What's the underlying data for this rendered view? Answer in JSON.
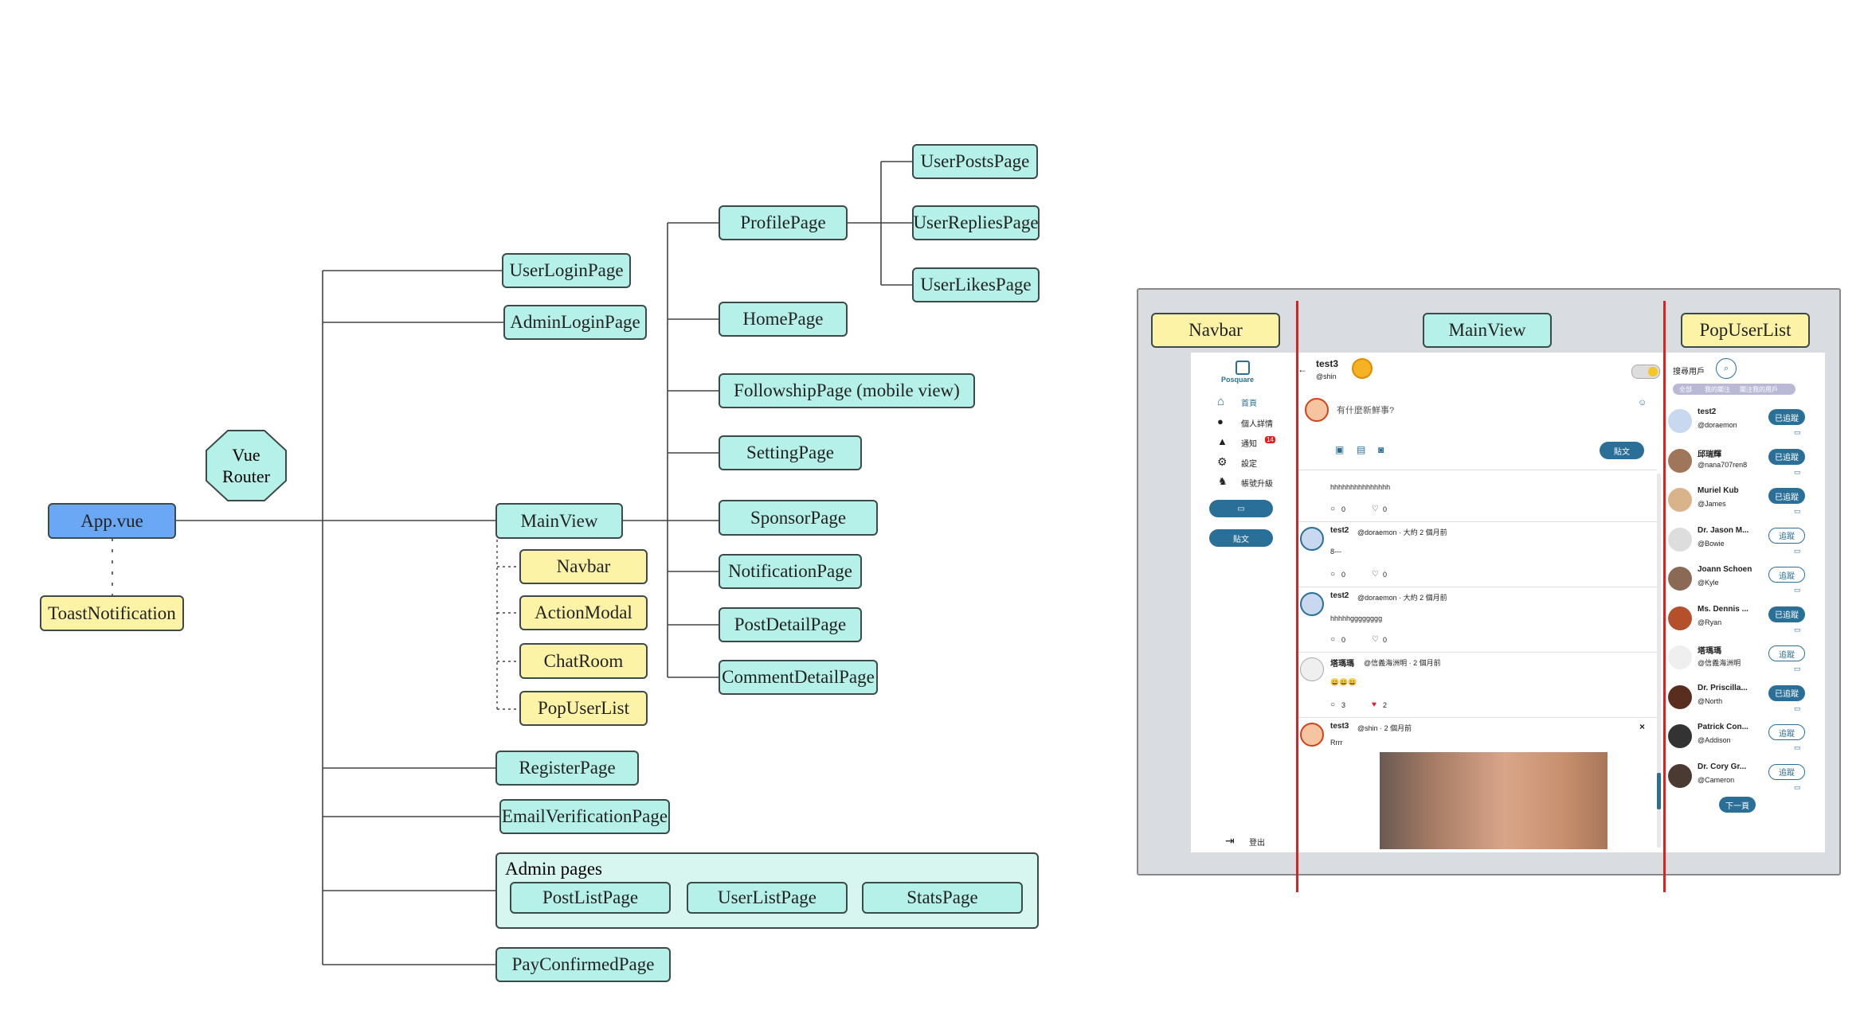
{
  "diagram": {
    "root": "App.vue",
    "root_child": "ToastNotification",
    "router": [
      "Vue",
      "Router"
    ],
    "top_level_pages": {
      "user_login": "UserLoginPage",
      "admin_login": "AdminLoginPage",
      "main_view": "MainView",
      "register": "RegisterPage",
      "email_verification": "EmailVerificationPage",
      "pay_confirmed": "PayConfirmedPage"
    },
    "main_view_components": [
      "Navbar",
      "ActionModal",
      "ChatRoom",
      "PopUserList"
    ],
    "main_view_pages": {
      "profile": "ProfilePage",
      "home": "HomePage",
      "followship": "FollowshipPage (mobile view)",
      "setting": "SettingPage",
      "sponsor": "SponsorPage",
      "notification": "NotificationPage",
      "post_detail": "PostDetailPage",
      "comment_detail": "CommentDetailPage"
    },
    "profile_subpages": [
      "UserPostsPage",
      "UserRepliesPage",
      "UserLikesPage"
    ],
    "admin_group": {
      "label": "Admin pages",
      "pages": [
        "PostListPage",
        "UserListPage",
        "StatsPage"
      ]
    },
    "colors": {
      "page": "#b5f1e8",
      "component": "#fdf3a7",
      "root": "#6aa8f5",
      "group": "#d6f6ef",
      "divider": "#e02020"
    }
  },
  "mockup": {
    "section_labels": {
      "navbar": "Navbar",
      "main": "MainView",
      "popuserlist": "PopUserList"
    },
    "navbar": {
      "brand": "Posquare",
      "items": [
        {
          "icon": "home-icon",
          "label": "首頁"
        },
        {
          "icon": "user-icon",
          "label": "個人詳情"
        },
        {
          "icon": "bell-icon",
          "label": "通知",
          "badge": "14"
        },
        {
          "icon": "gear-icon",
          "label": "設定"
        },
        {
          "icon": "medal-icon",
          "label": "帳號升級"
        }
      ],
      "post_button": "貼文",
      "logout": "登出"
    },
    "main": {
      "user_name": "test3",
      "user_handle": "@shin",
      "composer_placeholder": "有什麼新鮮事?",
      "composer_button": "貼文",
      "partial_text": "hhhhhhhhhhhhhhh",
      "partial_stats": {
        "replies": "0",
        "likes": "0"
      },
      "posts": [
        {
          "name": "test2",
          "meta": "@doraemon · 大約 2 個月前",
          "text": "8---",
          "replies": "0",
          "likes": "0"
        },
        {
          "name": "test2",
          "meta": "@doraemon · 大約 2 個月前",
          "text": "hhhhhgggggggg",
          "replies": "0",
          "likes": "0"
        },
        {
          "name": "塔瑪瑪",
          "meta": "@信義海洲明 · 2 個月前",
          "text": "😀😀😀",
          "replies": "3",
          "likes": "2"
        },
        {
          "name": "test3",
          "meta": "@shin · 2 個月前",
          "text": "Rrrr",
          "replies": "",
          "likes": ""
        }
      ]
    },
    "popuserlist": {
      "search_label": "搜尋用戶",
      "tabs": [
        "全部",
        "我的關注",
        "關注我的用戶"
      ],
      "users": [
        {
          "name": "test2",
          "handle": "@doraemon",
          "button": "已追蹤",
          "following": true,
          "avatar": "#c8d8ef"
        },
        {
          "name": "邱瑞輝",
          "handle": "@nana707ren8",
          "button": "已追蹤",
          "following": true,
          "avatar": "#a0765a"
        },
        {
          "name": "Muriel Kub",
          "handle": "@James",
          "button": "已追蹤",
          "following": true,
          "avatar": "#d9b48b"
        },
        {
          "name": "Dr. Jason M...",
          "handle": "@Bowie",
          "button": "追蹤",
          "following": false,
          "avatar": "#dddddd"
        },
        {
          "name": "Joann Schoen",
          "handle": "@Kyle",
          "button": "追蹤",
          "following": false,
          "avatar": "#8a6a55"
        },
        {
          "name": "Ms. Dennis ...",
          "handle": "@Ryan",
          "button": "已追蹤",
          "following": true,
          "avatar": "#b4502a"
        },
        {
          "name": "塔瑪瑪",
          "handle": "@信義海洲明",
          "button": "追蹤",
          "following": false,
          "avatar": "#efefef"
        },
        {
          "name": "Dr. Priscilla...",
          "handle": "@North",
          "button": "已追蹤",
          "following": true,
          "avatar": "#5a2e1e"
        },
        {
          "name": "Patrick Con...",
          "handle": "@Addison",
          "button": "追蹤",
          "following": false,
          "avatar": "#333333"
        },
        {
          "name": "Dr. Cory Gr...",
          "handle": "@Cameron",
          "button": "追蹤",
          "following": false,
          "avatar": "#4a3a32"
        }
      ],
      "next_button": "下一頁"
    }
  }
}
